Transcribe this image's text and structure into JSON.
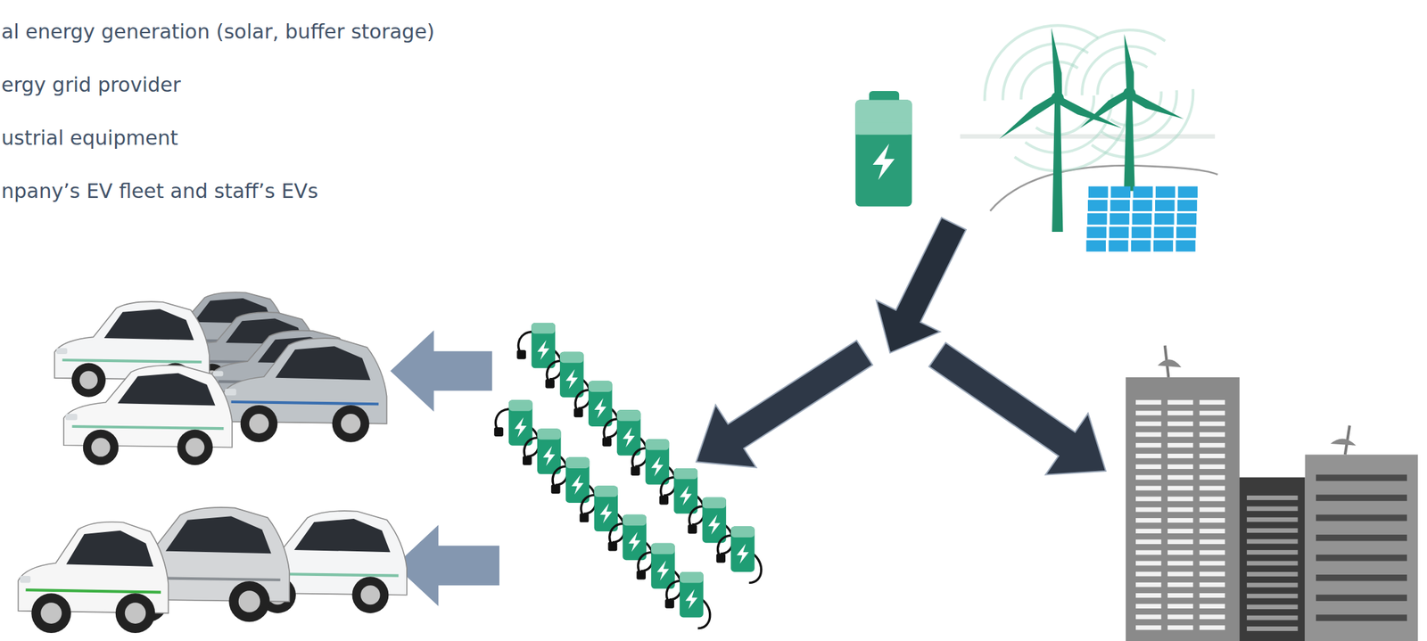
{
  "diagram": {
    "labels": [
      "al energy generation (solar, buffer storage)",
      "ergy grid provider",
      "ustrial equipment",
      "npany’s EV fleet and staff’s EVs"
    ]
  }
}
